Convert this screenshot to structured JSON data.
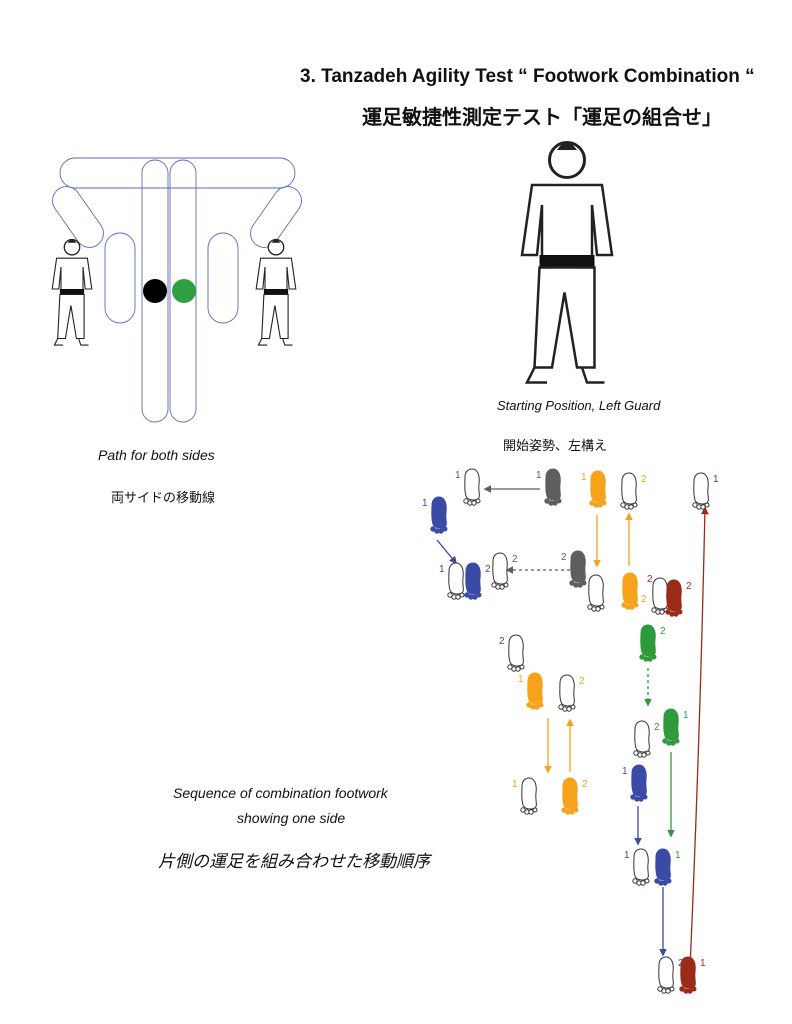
{
  "heading": {
    "title": "3. Tanzadeh Agility Test “ Footwork Combination “",
    "title_jp": "運足敏捷性測定テスト「運足の組合せ」"
  },
  "path_figure": {
    "caption": "Path for both sides",
    "caption_jp": "両サイドの移動線"
  },
  "start_figure": {
    "caption": "Starting Position, Left Guard",
    "caption_jp": "開始姿勢、左構え"
  },
  "sequence_figure": {
    "caption_line1": "Sequence of combination footwork",
    "caption_line2": "showing one side",
    "caption_jp": "片側の運足を組み合わせた移動順序",
    "step_labels": [
      "1",
      "2"
    ]
  },
  "colors": {
    "path_outline": "#5a6bbd",
    "black_marker": "#000000",
    "green_marker": "#2ea043",
    "gray": "#5e5e5e",
    "orange": "#f7a21b",
    "blue": "#3a4aa6",
    "green": "#2f9a3c",
    "red": "#9b2a17"
  }
}
